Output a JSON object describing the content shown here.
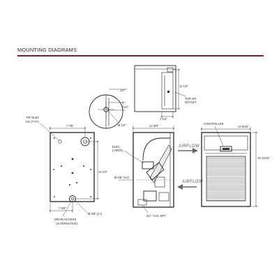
{
  "header": {
    "title": "MOUNTING DIAGRAMS",
    "rule_color": "#7a1f2b"
  },
  "top_view": {
    "dim_depth": "11 1/4\"",
    "dim_outlet_offset": "1 1/4\"",
    "label_outlet": [
      "TOP AIR",
      "OUTLET"
    ]
  },
  "detail": {
    "dim_top": "1/4\"",
    "dim_mid": "1/2\"",
    "dim_hole": "Ø 1/2\""
  },
  "rear_view": {
    "label_knockout": [
      "7/8\" ELEC",
      "KO (TYP.)"
    ],
    "dim_width_upper": "7 7/8\"",
    "dim_height": "14 1/2\"",
    "dim_width_lower": "7 5/8\"",
    "dim_drain_dia": "Ø 3/8\" (J.I)",
    "label_drain": [
      "DRAIN ACCESS",
      "(ALTERNATIVE)"
    ]
  },
  "side_view": {
    "dim_width": "12 3/8\"",
    "label_elec": [
      "ELEC",
      "(J-BOX)"
    ],
    "dim_suction": "Ø 5/8\" SUC",
    "label_npt": "3/4 \" O.D. NPT",
    "airflow_top": "AIRFLOW",
    "airflow_bottom": "AIRFLOW"
  },
  "front_view": {
    "label_controller": "CONTROLLER",
    "dim_width": "14 9/16\"",
    "dim_height": "19 13/16\""
  }
}
